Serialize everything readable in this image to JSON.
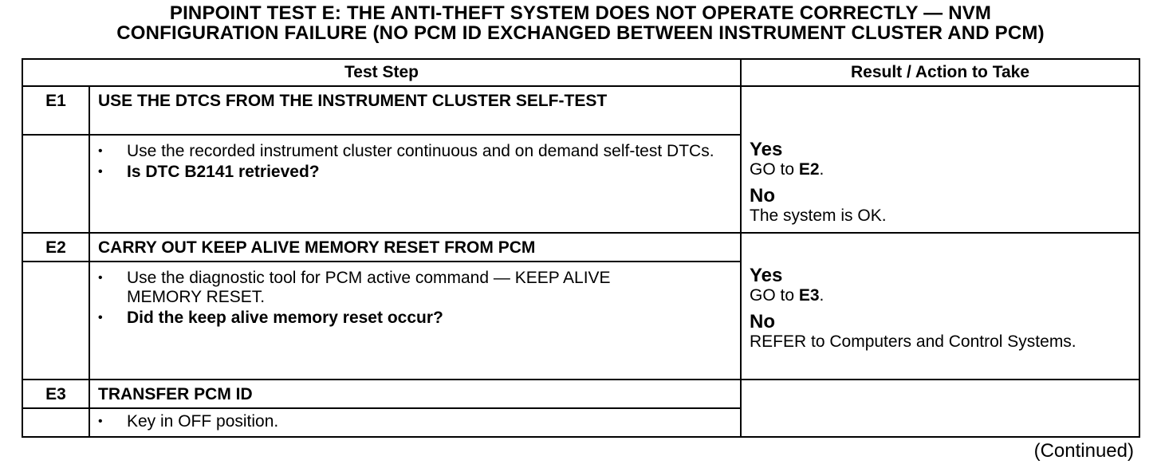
{
  "title": {
    "line1": "PINPOINT TEST  E: THE ANTI-THEFT SYSTEM DOES NOT OPERATE CORRECTLY — NVM",
    "line2": "CONFIGURATION FAILURE (NO PCM ID EXCHANGED BETWEEN INSTRUMENT CLUSTER AND PCM)"
  },
  "headers": {
    "test_step": "Test Step",
    "result": "Result / Action to Take"
  },
  "steps": [
    {
      "id": "E1",
      "heading": "USE THE DTCS FROM THE INSTRUMENT CLUSTER SELF-TEST",
      "bullets": [
        "Use the recorded instrument cluster continuous and on demand self-test DTCs.",
        "Is DTC B2141 retrieved?"
      ],
      "yes_label": "Yes",
      "yes_action": "GO to ",
      "yes_target": "E2",
      "yes_suffix": ".",
      "no_label": "No",
      "no_action": "The system is OK."
    },
    {
      "id": "E2",
      "heading": "CARRY OUT KEEP ALIVE MEMORY RESET FROM PCM",
      "bullets": [
        "Use the diagnostic tool for PCM active command — KEEP ALIVE MEMORY RESET.",
        "Did the keep alive memory reset occur?"
      ],
      "yes_label": "Yes",
      "yes_action": "GO to ",
      "yes_target": "E3",
      "yes_suffix": ".",
      "no_label": "No",
      "no_action": "REFER to Computers and Control Systems."
    },
    {
      "id": "E3",
      "heading": "TRANSFER PCM ID",
      "bullets": [
        "Key in OFF position."
      ]
    }
  ],
  "continued": "(Continued)"
}
